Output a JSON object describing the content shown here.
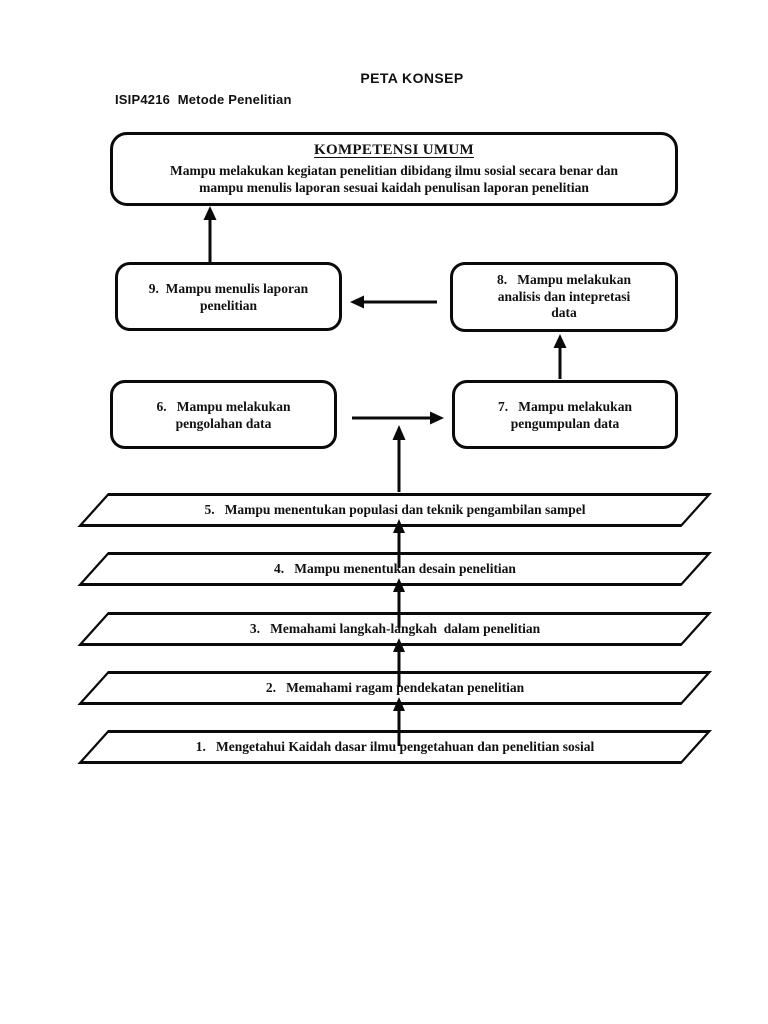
{
  "page": {
    "title": "PETA KONSEP",
    "course": "ISIP4216  Metode Penelitian"
  },
  "kompetensi_umum": {
    "heading": "KOMPETENSI UMUM",
    "body": "Mampu melakukan kegiatan penelitian dibidang ilmu sosial secara benar dan\nmampu menulis laporan sesuai kaidah penulisan laporan penelitian"
  },
  "boxes": {
    "box9": "9.  Mampu menulis laporan\npenelitian",
    "box8": "8.   Mampu melakukan\nanalisis dan intepretasi\ndata",
    "box6": "6.   Mampu melakukan\npengolahan data",
    "box7": "7.   Mampu melakukan\npengumpulan data"
  },
  "steps": [
    "5.   Mampu menentukan populasi dan teknik pengambilan sampel",
    "4.   Mampu menentukan desain penelitian",
    "3.   Memahami langkah-langkah  dalam penelitian",
    "2.   Memahami ragam pendekatan penelitian",
    "1.   Mengetahui Kaidah dasar ilmu pengetahuan dan penelitian sosial"
  ],
  "colors": {
    "ink": "#0a0a0a",
    "background": "#ffffff"
  }
}
